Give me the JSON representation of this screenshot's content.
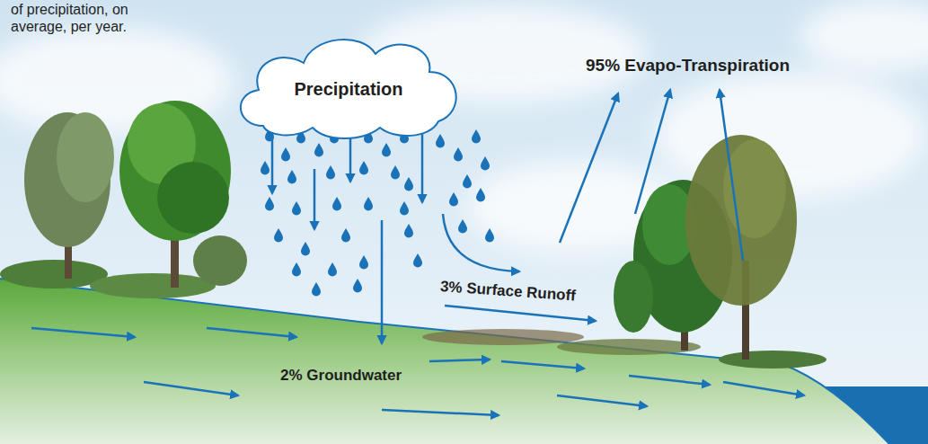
{
  "diagram": {
    "nodes": [
      {
        "text": [
          "Precipitation"
        ]
      }
    ],
    "labels": [
      "of precipitation, on average, per year.",
      "95% Evapo-Transpiration",
      "3% Surface Runoff",
      "2% Groundwater"
    ]
  }
}
